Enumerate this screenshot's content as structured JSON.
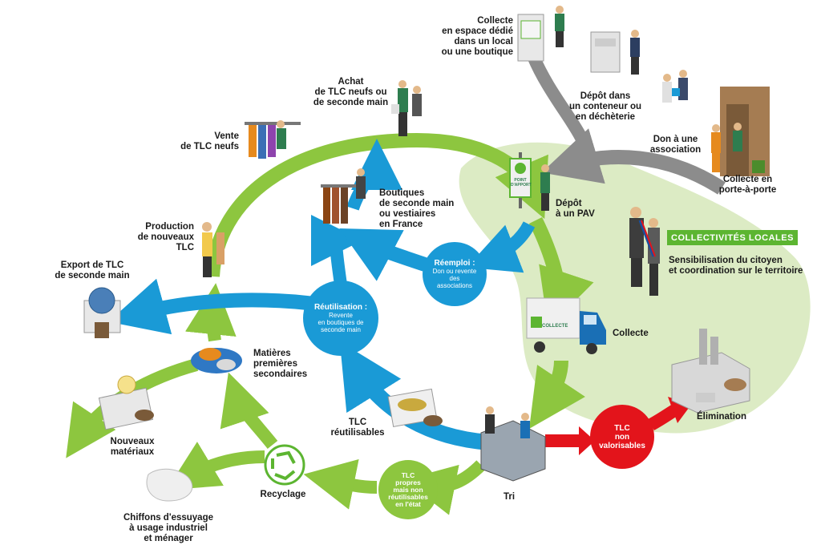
{
  "labels": {
    "collecte_espace": "Collecte\nen espace dédié\ndans un local\nou une boutique",
    "depot_conteneur": "Dépôt dans\nun conteneur ou\nen déchèterie",
    "don_association": "Don à une\nassociation",
    "collecte_porte": "Collecte en\nporte-à-porte",
    "achat": "Achat\nde TLC neufs ou\nde seconde main",
    "vente": "Vente\nde TLC neufs",
    "boutiques": "Boutiques\nde seconde main\nou vestiaires\nen France",
    "depot_pav": "Dépôt\nà un PAV",
    "production": "Production\nde nouveaux\nTLC",
    "export": "Export de TLC\nde seconde main",
    "collectivites_text": "Sensibilisation du citoyen\net coordination sur le territoire",
    "collecte": "Collecte",
    "matieres": "Matières\npremières\nsecondaires",
    "elimination": "Élimination",
    "nouveaux_materiaux": "Nouveaux\nmatériaux",
    "tlc_reutilisables": "TLC\nréutilisables",
    "tri": "Tri",
    "recyclage": "Recyclage",
    "chiffons": "Chiffons d'essuyage\nà usage industriel\net ménager"
  },
  "badge": "COLLECTIVITÉS LOCALES",
  "circles": {
    "reemploi_title": "Réemploi :",
    "reemploi_sub": "Don ou revente\ndes\nassociations",
    "reutilisation_title": "Réutilisation :",
    "reutilisation_sub": "Revente\nen boutiques de\nseconde main",
    "non_valorisables": "TLC\nnon\nvalorisables",
    "propres": "TLC\npropres\nmais non\nréutilisables\nen l'état"
  },
  "truck_text": "COLLECTE",
  "pav_sign": "POINT D'APPORT",
  "colors": {
    "green": "#8dc63f",
    "blue": "#1a9ad6",
    "red": "#e3141b",
    "gray": "#8c8c8c",
    "zone": "#dcebc4",
    "badge": "#5cb531"
  }
}
